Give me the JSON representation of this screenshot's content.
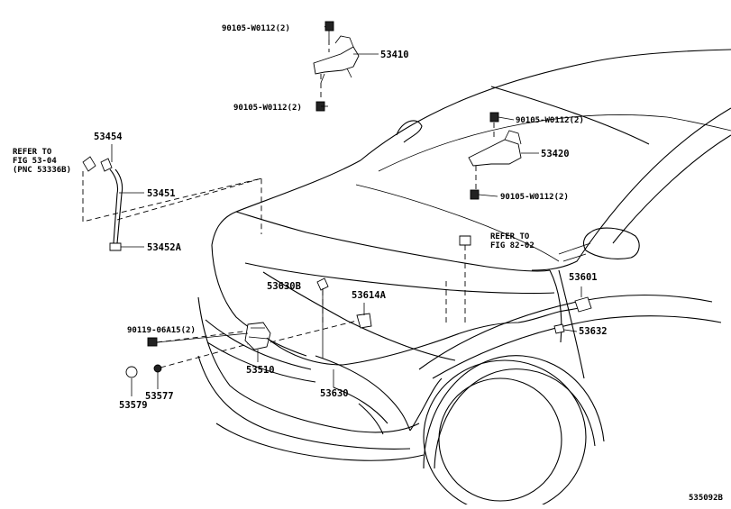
{
  "diagram": {
    "figure_code": "535092B",
    "labels": {
      "l_90105_a": "90105-W0112(2)",
      "l_53410": "53410",
      "l_90105_b": "90105-W0112(2)",
      "l_53454": "53454",
      "l_53451": "53451",
      "l_53452a": "53452A",
      "l_90105_c": "90105-W0112(2)",
      "l_53420": "53420",
      "l_90105_d": "90105-W0112(2)",
      "l_53630b": "53630B",
      "l_53614a": "53614A",
      "l_90119": "90119-06A15(2)",
      "l_53510": "53510",
      "l_53579": "53579",
      "l_53577": "53577",
      "l_53630": "53630",
      "l_53601": "53601",
      "l_53632": "53632"
    },
    "refer_left": {
      "line1": "REFER TO",
      "line2": "FIG 53-04",
      "line3": "(PNC 53336B)"
    },
    "refer_right": {
      "line1": "REFER TO",
      "line2": "FIG 82-02"
    }
  }
}
